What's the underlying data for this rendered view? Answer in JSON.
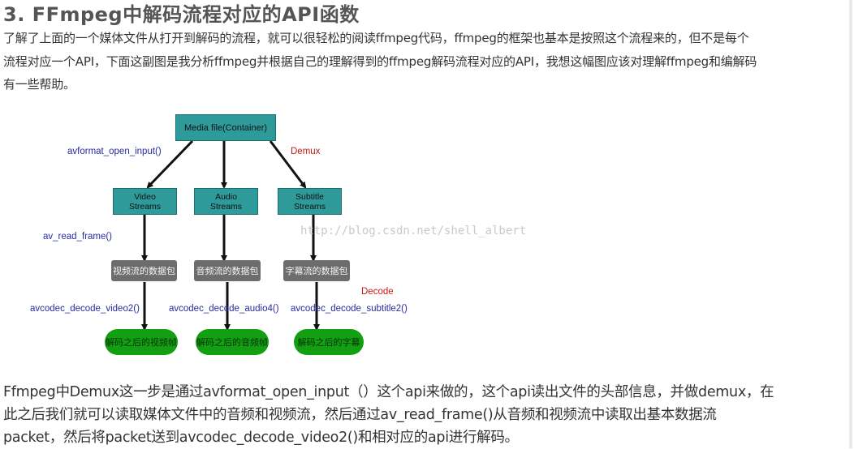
{
  "heading": "3.   FFmpeg中解码流程对应的API函数",
  "intro_lines": [
    "了解了上面的一个媒体文件从打开到解码的流程，就可以很轻松的阅读ffmpeg代码，ffmpeg的框架也基本是按照这个流程来的，但不是每个",
    "流程对应一个API，下面这副图是我分析ffmpeg并根据自己的理解得到的ffmpeg解码流程对应的API，我想这幅图应该对理解ffmpeg和编解码",
    "有一些帮助。"
  ],
  "diagram": {
    "container": "Media file(Container)",
    "streams": [
      {
        "line1": "Video",
        "line2": "Streams"
      },
      {
        "line1": "Audio",
        "line2": "Streams"
      },
      {
        "line1": "Subtitle",
        "line2": "Streams"
      }
    ],
    "packets": [
      "视频流的数据包",
      "音频流的数据包",
      "字幕流的数据包"
    ],
    "decoded": [
      "解码之后的视频帧",
      "解码之后的音频帧",
      "解码之后的字幕"
    ],
    "labels": {
      "open_input": "avformat_open_input()",
      "demux": "Demux",
      "read_frame": "av_read_frame()",
      "decode": "Decode",
      "decode_video": "avcodec_decode_video2()",
      "decode_audio": "avcodec_decode_audio4()",
      "decode_subtitle": "avcodec_decode_subtitle2()"
    },
    "watermark": "http://blog.csdn.net/shell_albert",
    "colors": {
      "stream_box": "#2f9a9a",
      "packet_box": "#6d6d6d",
      "decoded_box": "#12a012",
      "api_label": "#2a2aa0",
      "stage_label": "#c41a1a"
    }
  },
  "outro_lines": [
    "Ffmpeg中Demux这一步是通过avformat_open_input（）这个api来做的，这个api读出文件的头部信息，并做demux，在",
    "此之后我们就可以读取媒体文件中的音频和视频流，然后通过av_read_frame()从音频和视频流中读取出基本数据流",
    "packet，然后将packet送到avcodec_decode_video2()和相对应的api进行解码。"
  ]
}
